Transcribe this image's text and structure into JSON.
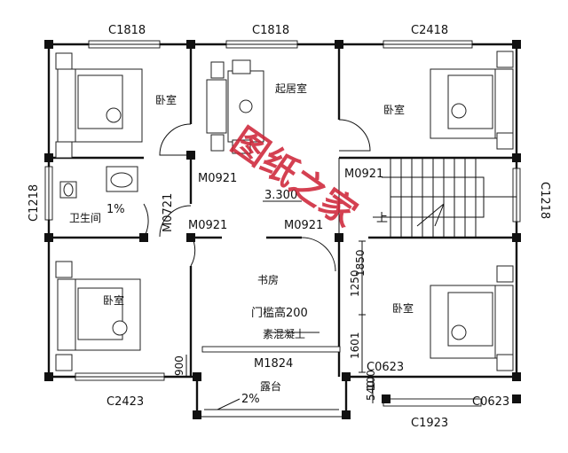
{
  "windows": {
    "top_left": "C1818",
    "top_middle": "C1818",
    "top_right": "C2418",
    "left_side": "C1218",
    "right_side": "C1218",
    "bottom_left": "C2423",
    "bottom_right": "C1923",
    "right_small_1": "C0623",
    "right_small_2": "C0623"
  },
  "doors": {
    "upper_left": "M0921",
    "upper_right": "M0921",
    "middle_left": "M0921",
    "middle_right": "M0921",
    "bathroom": "M0721",
    "balcony": "M1824"
  },
  "rooms": {
    "bedroom_top_left": "卧室",
    "living_room": "起居室",
    "bedroom_top_right": "卧室",
    "bathroom": "卫生间",
    "bedroom_bottom_left": "卧室",
    "study": "书房",
    "bedroom_bottom_right": "卧室",
    "balcony": "露台"
  },
  "annotations": {
    "level": "3.300",
    "slope_bathroom": "1%",
    "slope_balcony": "2%",
    "threshold_note": "门槛高200",
    "concrete_note": "素混凝土",
    "stair_up": "上"
  },
  "dimensions": {
    "d1250": "1250",
    "d1850": "1850",
    "d1601": "1601",
    "d900": "900",
    "d540": "540",
    "d100": "100"
  },
  "watermark": "图纸之家"
}
